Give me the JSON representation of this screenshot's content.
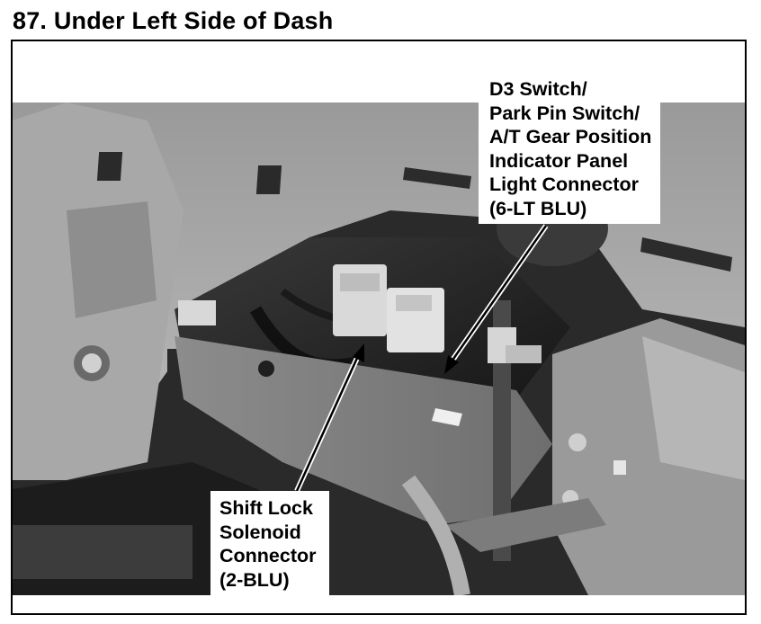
{
  "title": "87. Under Left Side of Dash",
  "callouts": {
    "d3_connector": [
      "D3 Switch/",
      "Park Pin Switch/",
      "A/T Gear Position",
      "Indicator Panel",
      "Light Connector",
      "(6-LT BLU)"
    ],
    "shift_lock": [
      "Shift Lock",
      "Solenoid",
      "Connector",
      "(2-BLU)"
    ]
  },
  "colors": {
    "ink": "#000000",
    "paper": "#ffffff"
  }
}
